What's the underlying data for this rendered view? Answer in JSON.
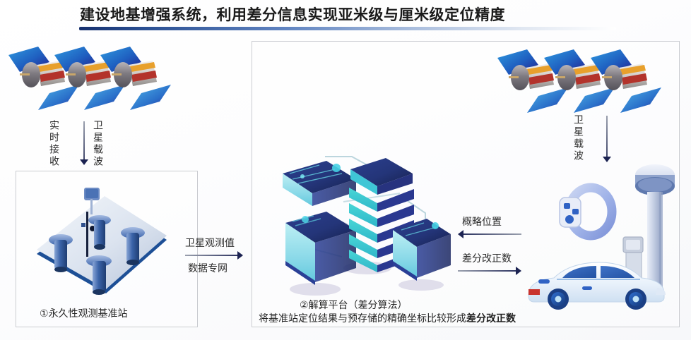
{
  "title": "建设地基增强系统，利用差分信息实现亚米级与厘米级定位精度",
  "left_section": {
    "sat_label_receive": "实时接收",
    "sat_label_carrier": "卫星载波",
    "station_caption": "①永久性观测基准站",
    "arrow_down_name": "satellite-carrier-down-arrow"
  },
  "middle_link": {
    "top_label": "卫星观测值",
    "bottom_label": "数据专网"
  },
  "center_section": {
    "platform_caption": "②解算平台（差分算法）",
    "description_prefix": "将基准站定位结果与预存储的精确坐标比较形成",
    "description_emphasis": "差分改正数"
  },
  "right_section": {
    "sat_label_carrier": "卫星载波",
    "uplink_label": "概略位置",
    "downlink_label": "差分改正数"
  },
  "icons": {
    "satellite": "satellite-icon",
    "base_station": "base-station-icon",
    "data_center": "data-center-icon",
    "car": "car-icon",
    "smartwatch": "smartwatch-icon",
    "antenna_tower": "gnss-antenna-tower-icon"
  },
  "colors": {
    "title_text": "#1a1a1a",
    "rule_start": "#16306e",
    "accent_blue": "#2a4f92",
    "panel_blue": "#1f5fc0",
    "teal": "#35c6d6",
    "navy": "#2b2f9e",
    "frame_border": "#c9cbd0"
  }
}
